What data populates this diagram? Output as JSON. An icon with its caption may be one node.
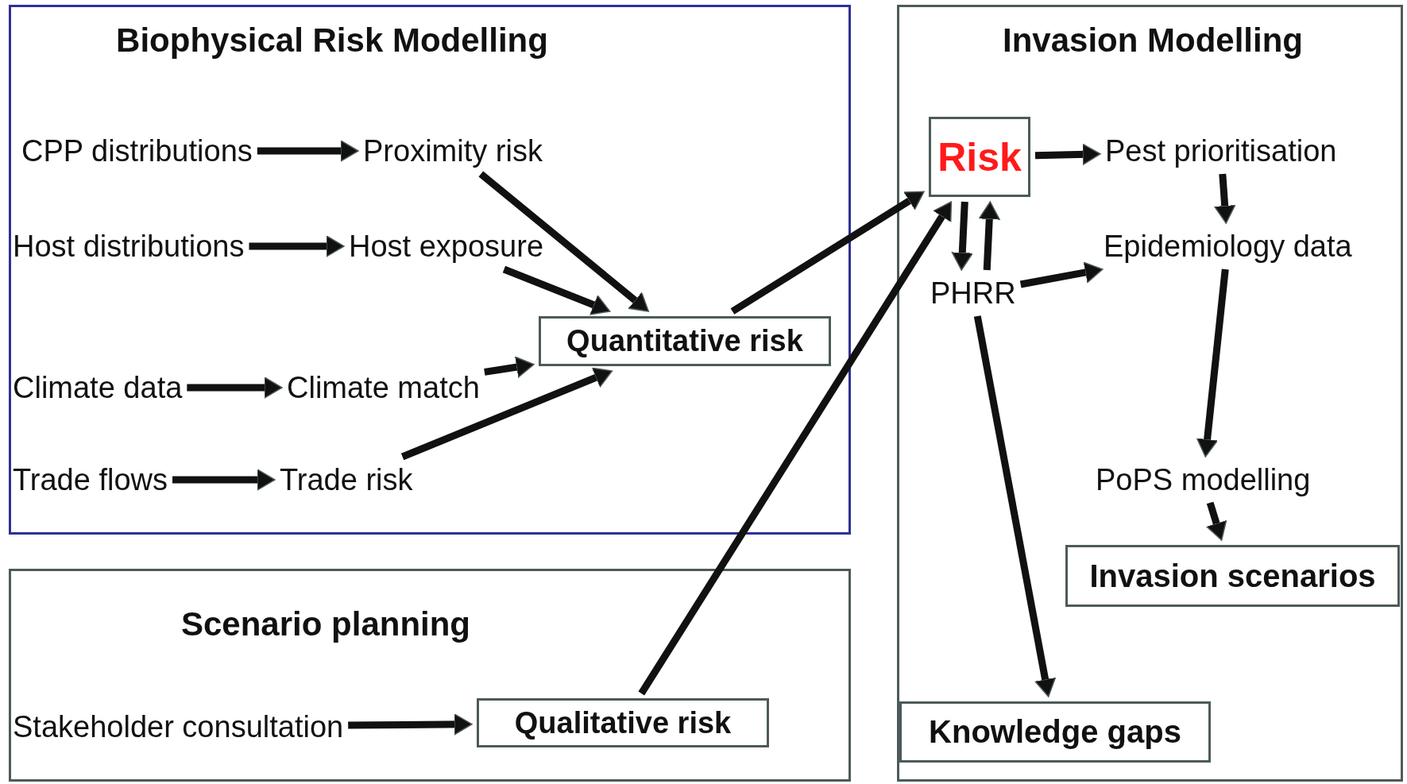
{
  "diagram": {
    "nodes": [
      {
        "text": [
          "Biophysical Risk Modelling"
        ]
      },
      {
        "text": [
          "CPP distributions"
        ],
        "in": 0
      },
      {
        "text": [
          "Proximity risk"
        ],
        "in": 0
      },
      {
        "text": [
          "Host distributions"
        ],
        "in": 0
      },
      {
        "text": [
          "Host exposure"
        ],
        "in": 0
      },
      {
        "text": [
          "Climate data"
        ],
        "in": 0
      },
      {
        "text": [
          "Climate match"
        ],
        "in": 0
      },
      {
        "text": [
          "Trade flows"
        ],
        "in": 0
      },
      {
        "text": [
          "Trade risk"
        ],
        "in": 0
      },
      {
        "text": [
          "Quantitative risk"
        ],
        "in": 0
      },
      {
        "text": [
          "Scenario planning"
        ]
      },
      {
        "text": [
          "Stakeholder consultation"
        ],
        "in": 10
      },
      {
        "text": [
          "Qualitative risk"
        ],
        "in": 10
      },
      {
        "text": [
          "Invasion Modelling"
        ]
      },
      {
        "text": [
          "Risk"
        ],
        "in": 13
      },
      {
        "text": [
          "Pest prioritisation"
        ],
        "in": 13
      },
      {
        "text": [
          "PHRR"
        ],
        "in": 13
      },
      {
        "text": [
          "Epidemiology data"
        ],
        "in": 13
      },
      {
        "text": [
          "PoPS modelling"
        ],
        "in": 13
      },
      {
        "text": [
          "Invasion scenarios"
        ],
        "in": 13
      },
      {
        "text": [
          "Knowledge gaps"
        ],
        "in": 13
      }
    ],
    "edges": [
      {
        "from": 1,
        "to": 2,
        "arrow": "to"
      },
      {
        "from": 3,
        "to": 4,
        "arrow": "to"
      },
      {
        "from": 5,
        "to": 6,
        "arrow": "to"
      },
      {
        "from": 7,
        "to": 8,
        "arrow": "to"
      },
      {
        "from": 2,
        "to": 9,
        "arrow": "to"
      },
      {
        "from": 4,
        "to": 9,
        "arrow": "to"
      },
      {
        "from": 6,
        "to": 9,
        "arrow": "to"
      },
      {
        "from": 8,
        "to": 9,
        "arrow": "to"
      },
      {
        "from": 11,
        "to": 12,
        "arrow": "to"
      },
      {
        "from": 9,
        "to": 14,
        "arrow": "to"
      },
      {
        "from": 12,
        "to": 14,
        "arrow": "to"
      },
      {
        "from": 14,
        "to": 15,
        "arrow": "to"
      },
      {
        "from": 14,
        "to": 16,
        "arrow": "to"
      },
      {
        "from": 16,
        "to": 14,
        "arrow": "to"
      },
      {
        "from": 15,
        "to": 17,
        "arrow": "to"
      },
      {
        "from": 16,
        "to": 17,
        "arrow": "to"
      },
      {
        "from": 17,
        "to": 18,
        "arrow": "to"
      },
      {
        "from": 18,
        "to": 19,
        "arrow": "to"
      },
      {
        "from": 16,
        "to": 20,
        "arrow": "to"
      }
    ]
  }
}
